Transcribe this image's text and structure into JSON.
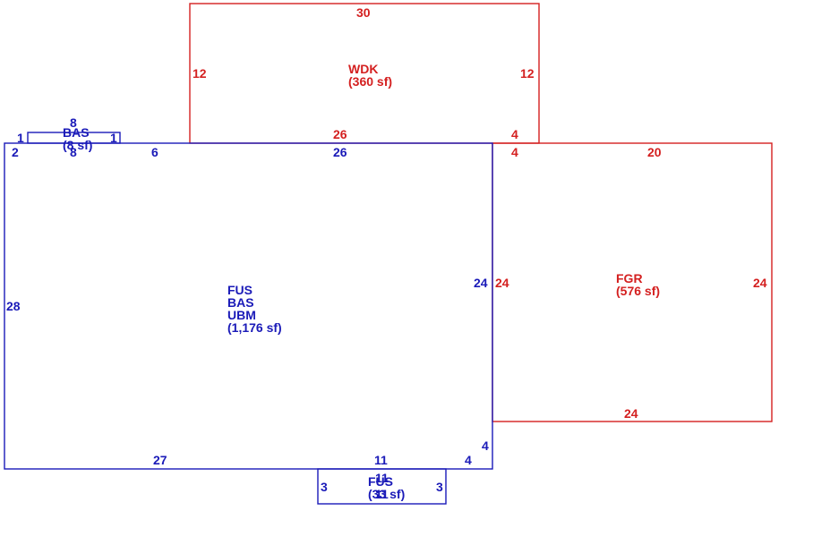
{
  "colors": {
    "living": "#1a1ab8",
    "other": "#d42020"
  },
  "areas": {
    "main": {
      "codes": [
        "FUS",
        "BAS",
        "UBM"
      ],
      "area": "(1,176 sf)"
    },
    "wdk": {
      "code": "WDK",
      "area": "(360 sf)"
    },
    "fgr": {
      "code": "FGR",
      "area": "(576 sf)"
    },
    "bay": {
      "code": "BAS",
      "area": "(8 sf)"
    },
    "fus_small": {
      "code": "FUS",
      "area": "(33 sf)"
    }
  },
  "dims": {
    "wdk_top": "30",
    "wdk_left": "12",
    "wdk_right": "12",
    "wdk_bottom": "26",
    "wdk_bottom_right": "4",
    "fgr_top_left": "4",
    "fgr_top": "20",
    "fgr_left": "24",
    "fgr_right": "24",
    "fgr_bottom": "24",
    "main_top_left": "2",
    "main_top_6": "6",
    "main_top_26": "26",
    "main_left": "28",
    "main_right": "24",
    "main_bottom": "27",
    "main_bottom_11": "11",
    "main_right_step": "4",
    "main_bottom_step": "4",
    "bay_top": "8",
    "bay_left": "1",
    "bay_right": "1",
    "bay_bottom": "8",
    "fus_top": "11",
    "fus_left": "3",
    "fus_right": "3",
    "fus_bottom": "11"
  }
}
